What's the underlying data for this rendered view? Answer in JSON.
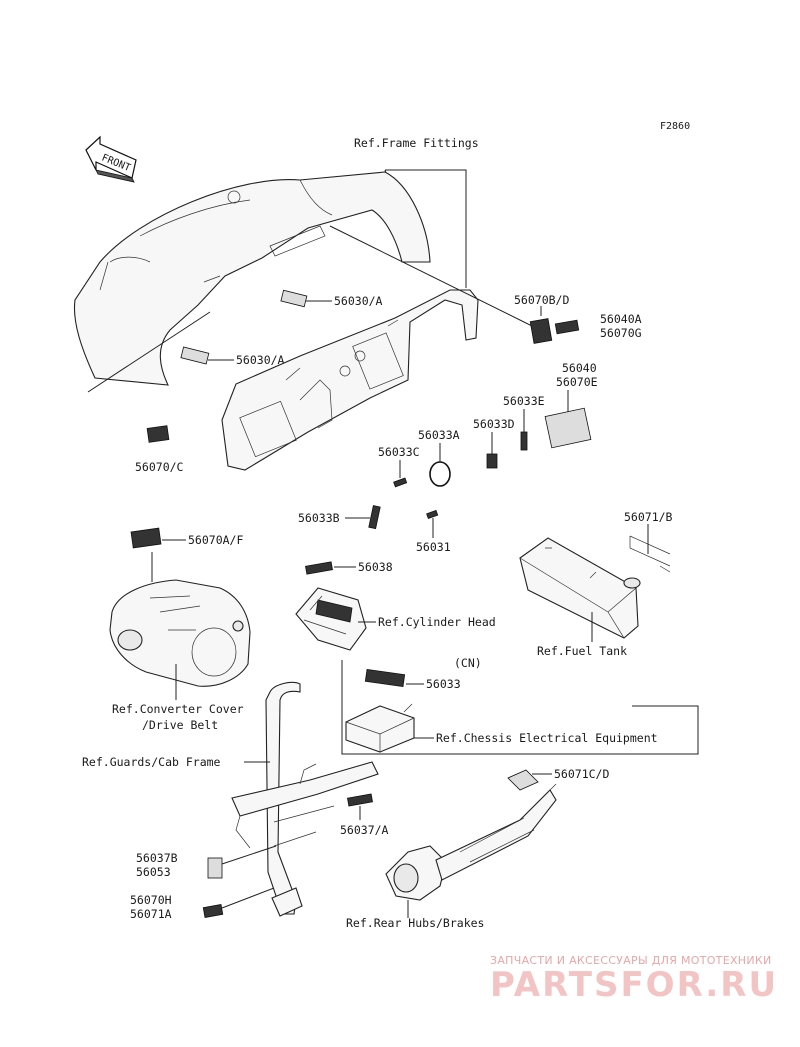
{
  "diagram": {
    "figure_code": "F2860",
    "front_label": "FRONT",
    "labels": {
      "frame_fittings": "Ref.Frame Fittings",
      "l_56030a_1": "56030/A",
      "l_56030a_2": "56030/A",
      "l_56070c": "56070/C",
      "l_56070bd": "56070B/D",
      "l_56040a": "56040A",
      "l_56070g": "56070G",
      "l_56040": "56040",
      "l_56070e": "56070E",
      "l_56033e": "56033E",
      "l_56033d": "56033D",
      "l_56033a": "56033A",
      "l_56033c": "56033C",
      "l_56033b": "56033B",
      "l_56031": "56031",
      "l_56071b": "56071/B",
      "l_56070af": "56070A/F",
      "l_56038": "56038",
      "cylinder_head": "Ref.Cylinder Head",
      "fuel_tank": "Ref.Fuel Tank",
      "cn": "(CN)",
      "l_56033": "56033",
      "converter_cover": "Ref.Converter Cover",
      "drive_belt": "/Drive Belt",
      "chassis_electrical": "Ref.Chessis Electrical Equipment",
      "guards_cab": "Ref.Guards/Cab Frame",
      "l_56071cd": "56071C/D",
      "l_56037a": "56037/A",
      "l_56037b": "56037B",
      "l_56053": "56053",
      "l_56070h": "56070H",
      "l_56071a": "56071A",
      "rear_hubs": "Ref.Rear Hubs/Brakes"
    }
  },
  "watermark": {
    "tagline": "ЗАПЧАСТИ И АКСЕССУАРЫ ДЛЯ МОТОТЕХНИКИ",
    "brand": "PARTSFOR.RU"
  },
  "colors": {
    "line": "#222222",
    "watermark": "#f2c4c4"
  }
}
